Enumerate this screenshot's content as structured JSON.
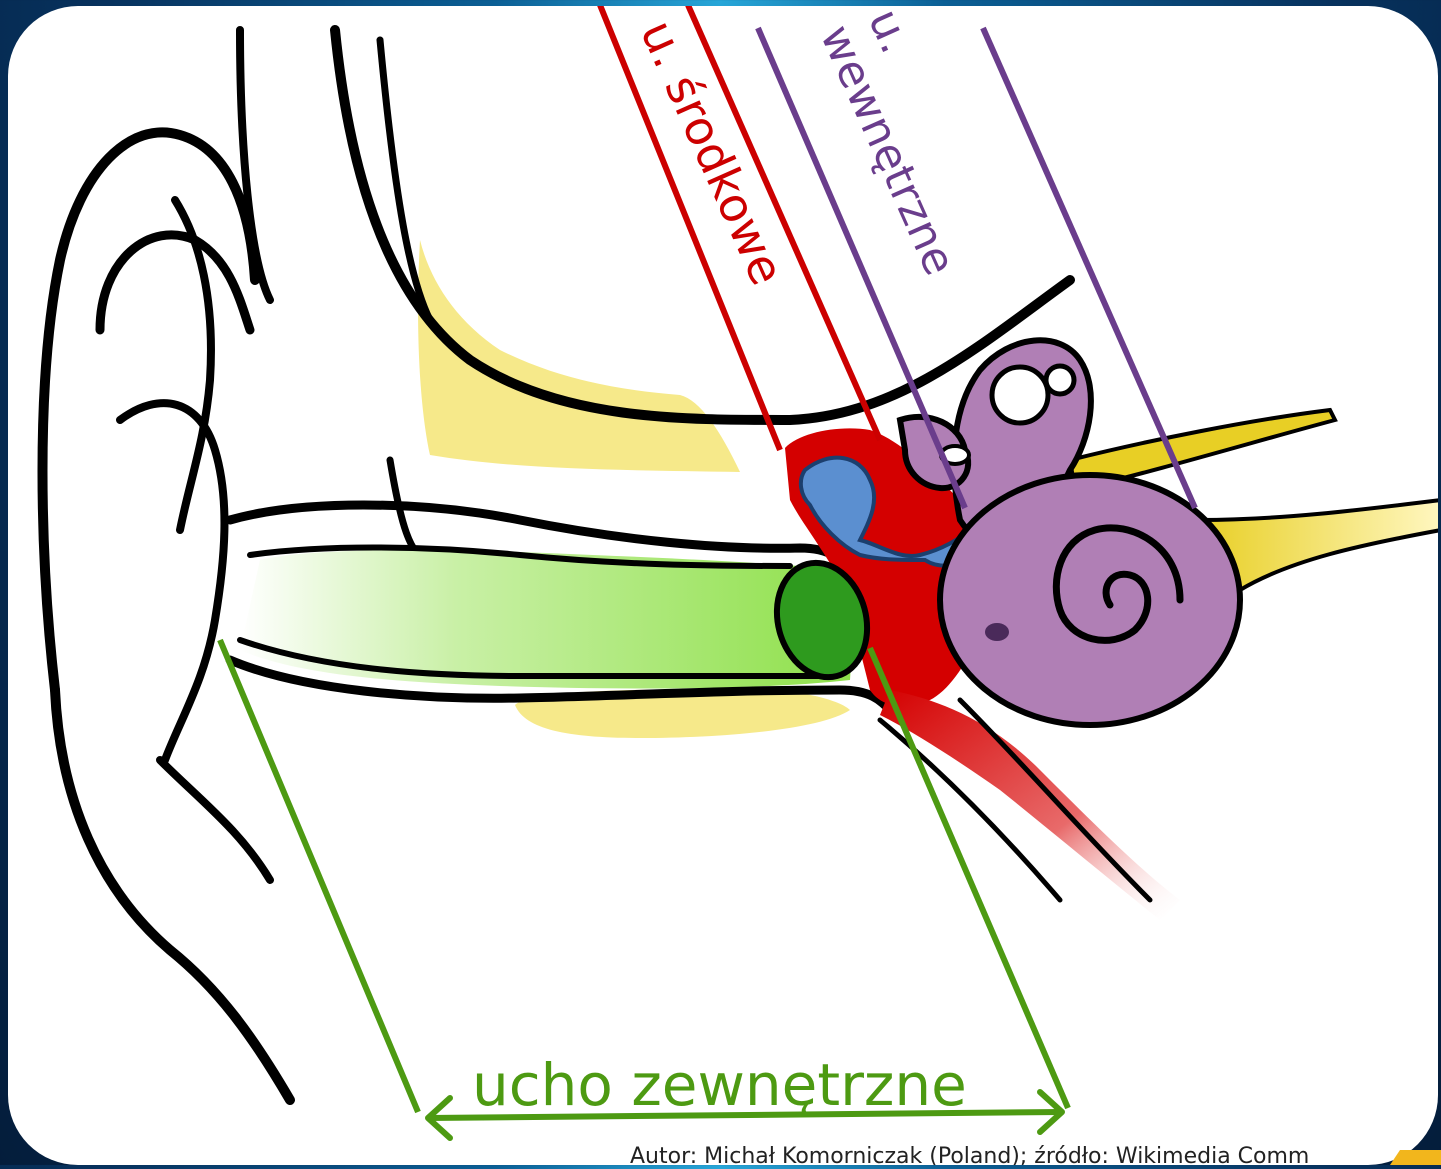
{
  "labels": {
    "inner_ear": "u. wewnętrzne",
    "inner_ear_line1": "u.",
    "inner_ear_line2": "wewnętrzne",
    "middle_ear": "u. środkowe",
    "outer_ear": "ucho zewnętrzne"
  },
  "credit": "Autor: Michał Komorniczak (Poland); źródło: Wikimedia Comm",
  "colors": {
    "outer_ear": "#4d9a12",
    "middle_ear": "#cc0000",
    "inner_ear": "#6a3d8c",
    "canal_green": "#8ee04a",
    "eardrum": "#2e9a1e",
    "bone_yellow": "#f6e98a",
    "ossicles_blue": "#5b8fd0",
    "cochlea_purple": "#b07fb5",
    "tympanic_red": "#d40000"
  }
}
